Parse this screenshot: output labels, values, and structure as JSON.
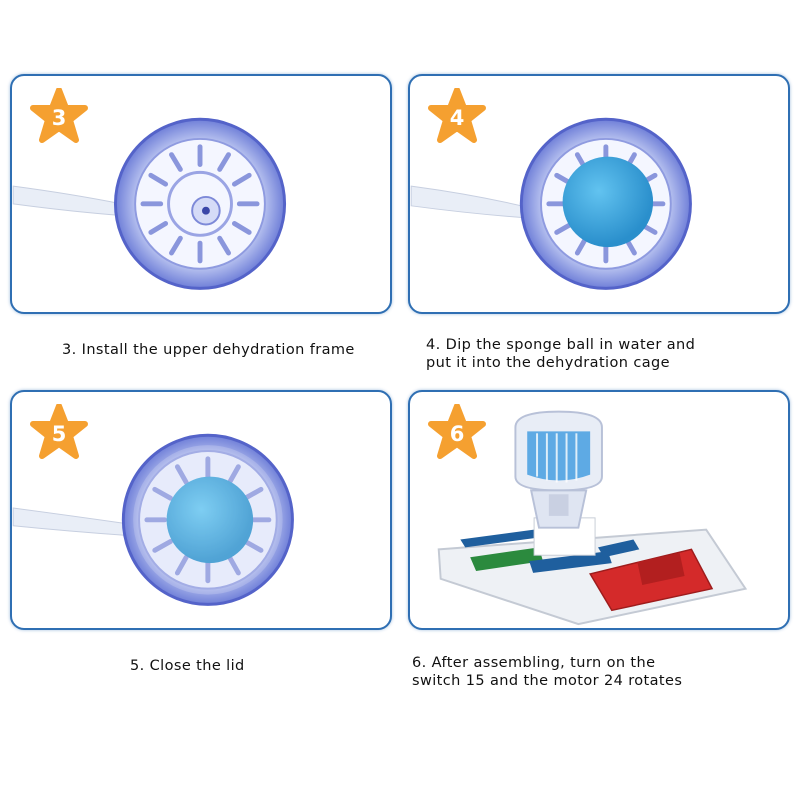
{
  "steps": [
    {
      "number": "3",
      "caption_lines": [
        "3. Install the upper dehydration frame"
      ]
    },
    {
      "number": "4",
      "caption_lines": [
        "4. Dip the sponge ball in water and",
        "put it into the dehydration cage"
      ]
    },
    {
      "number": "5",
      "caption_lines": [
        "5. Close the lid"
      ]
    },
    {
      "number": "6",
      "caption_lines": [
        "6. After assembling, turn on the",
        "switch 15 and the motor 24 rotates"
      ]
    }
  ],
  "colors": {
    "panel_border": "#2f6fb3",
    "badge_orange": "#f5a030",
    "sponge_blue": "#3aa6df",
    "board_red": "#d42a2a"
  },
  "icons": [
    "star-badge-icon"
  ]
}
